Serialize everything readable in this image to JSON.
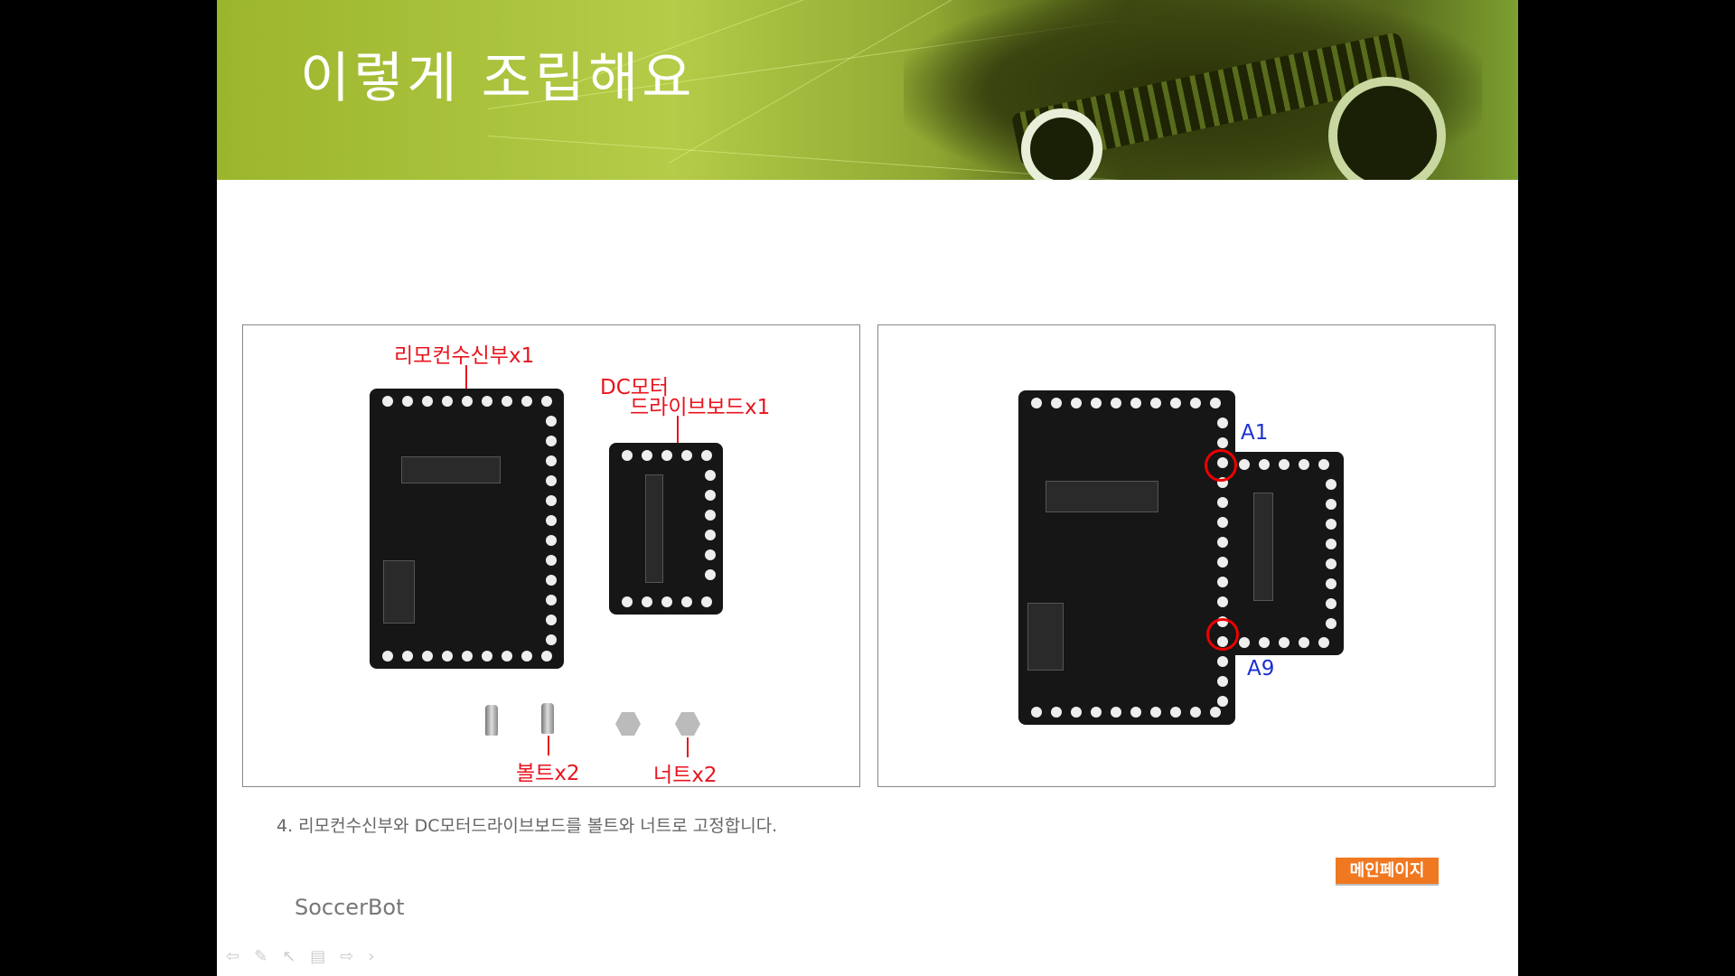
{
  "header": {
    "title": "이렇게 조립해요"
  },
  "left_panel": {
    "labels": {
      "receiver": "리모컨수신부x1",
      "dc_motor": "DC모터",
      "driver_board": "드라이브보드x1",
      "bolt": "볼트x2",
      "nut": "너트x2"
    }
  },
  "right_panel": {
    "labels": {
      "a1": "A1",
      "a9": "A9"
    }
  },
  "caption": "4. 리모컨수신부와 DC모터드라이브보드를 볼트와 너트로 고정합니다.",
  "main_page_button": "메인페이지",
  "brand": "SoccerBot",
  "nav_icons": [
    "previous-icon",
    "pen-icon",
    "pointer-icon",
    "menu-icon",
    "next-icon",
    "chevron-right-icon"
  ]
}
